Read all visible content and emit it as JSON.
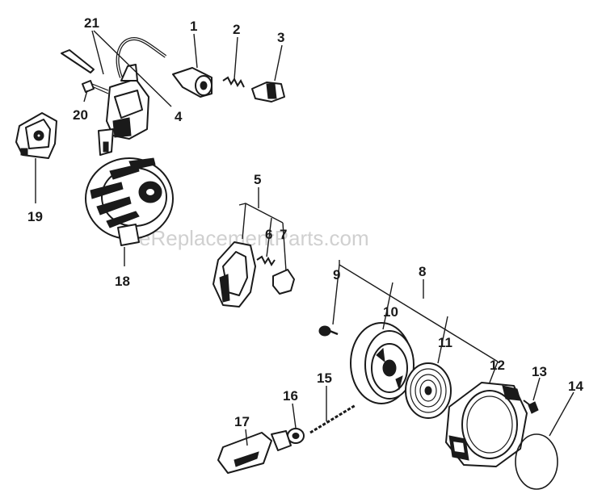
{
  "watermark": "eReplacementParts.com",
  "callouts": {
    "c1": "1",
    "c2": "2",
    "c3": "3",
    "c4": "4",
    "c5": "5",
    "c6": "6",
    "c7": "7",
    "c8": "8",
    "c9": "9",
    "c10": "10",
    "c11": "11",
    "c12": "12",
    "c13": "13",
    "c14": "14",
    "c15": "15",
    "c16": "16",
    "c17": "17",
    "c18": "18",
    "c19": "19",
    "c20": "20",
    "c21": "21"
  }
}
